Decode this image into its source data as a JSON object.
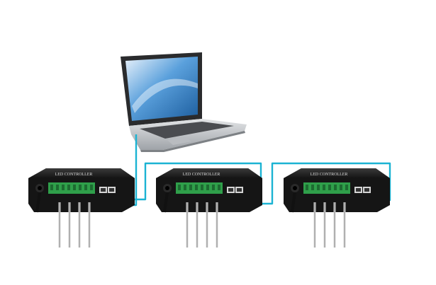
{
  "header": {
    "cropped_text": ""
  },
  "controllers": [
    {
      "label": "LED CONTROLLER"
    },
    {
      "label": "LED CONTROLLER"
    },
    {
      "label": "LED CONTROLLER"
    }
  ],
  "colors": {
    "cable": "#1bb3d3",
    "terminal": "#2f9f4a",
    "controller_body": "#1a1a1a",
    "controller_label": "#d9d9d9",
    "laptop_body": "#c9cbce",
    "screen_blue": "#2f7fc4"
  },
  "icons": [
    "laptop-icon",
    "led-controller-icon",
    "ethernet-port-icon",
    "led-strip-icon"
  ]
}
